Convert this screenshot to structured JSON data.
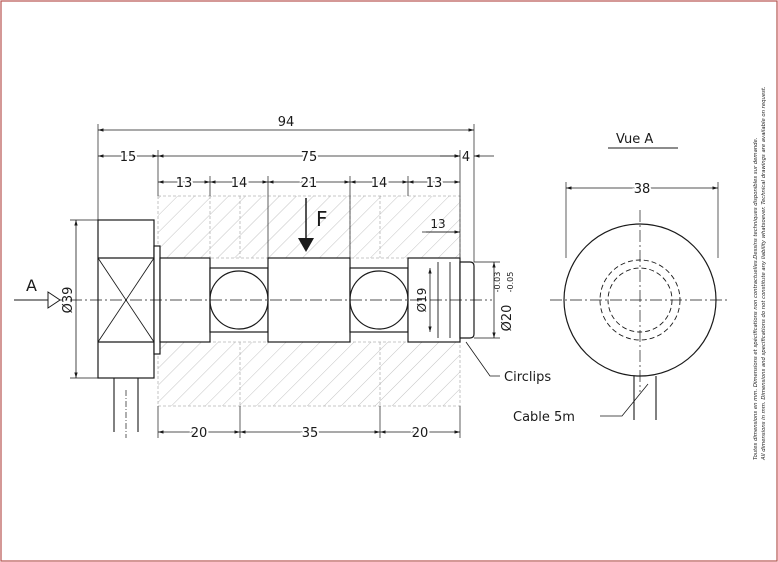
{
  "dimensions": {
    "overall_length": "94",
    "body_length": "75",
    "head_length": "15",
    "clip_length": "4",
    "seg_1": "13",
    "seg_2": "14",
    "seg_3": "21",
    "seg_4": "14",
    "seg_5": "13",
    "clip_offset": "13",
    "support_1": "20",
    "support_2": "35",
    "support_3": "20",
    "head_diameter": "Ø39",
    "pin_diameter": "Ø19",
    "end_diameter": "Ø20",
    "tol_upper": "-0.03",
    "tol_lower": "-0.05",
    "side_diameter": "38"
  },
  "labels": {
    "force": "F",
    "view_marker": "A",
    "view_title": "Vue A",
    "circlips": "Circlips",
    "cable": "Cable 5m"
  },
  "notes": {
    "line_fr": "Toutes dimensions en mm. Dimensions et spécifications non contractuelles.Dessins techniques disponibles sur demande.",
    "line_en": "All dimensions in mm. Dimensions and specifications do not constitute any liability whatsoever. Technical drawings are available on request."
  },
  "colors": {
    "border": "#b85450",
    "line": "#1a1a1a",
    "hatch": "#b9b9b9"
  }
}
